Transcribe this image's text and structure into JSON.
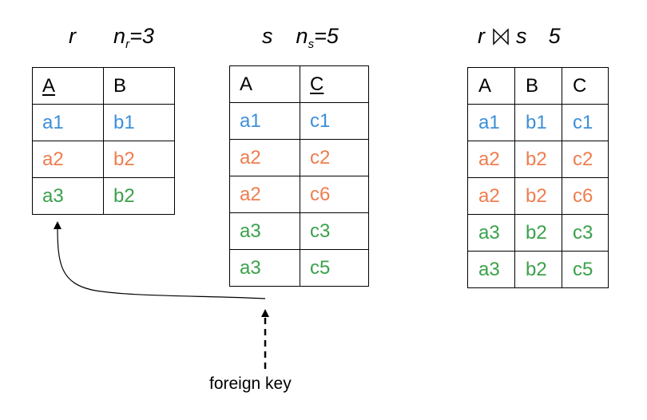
{
  "relation_r": {
    "name": "r",
    "count_label": "n",
    "count_sub": "r",
    "count_value": "=3",
    "columns": [
      {
        "label": "A",
        "key": true
      },
      {
        "label": "B",
        "key": false
      }
    ],
    "rows": [
      {
        "cells": [
          "a1",
          "b1"
        ],
        "color": "blue"
      },
      {
        "cells": [
          "a2",
          "b2"
        ],
        "color": "orange"
      },
      {
        "cells": [
          "a3",
          "b2"
        ],
        "color": "green"
      }
    ]
  },
  "relation_s": {
    "name": "s",
    "count_label": "n",
    "count_sub": "s",
    "count_value": "=5",
    "columns": [
      {
        "label": "A",
        "key": false
      },
      {
        "label": "C",
        "key": true
      }
    ],
    "rows": [
      {
        "cells": [
          "a1",
          "c1"
        ],
        "color": "blue"
      },
      {
        "cells": [
          "a2",
          "c2"
        ],
        "color": "orange"
      },
      {
        "cells": [
          "a2",
          "c6"
        ],
        "color": "orange"
      },
      {
        "cells": [
          "a3",
          "c3"
        ],
        "color": "green"
      },
      {
        "cells": [
          "a3",
          "c5"
        ],
        "color": "green"
      }
    ]
  },
  "join_result": {
    "left": "r",
    "right": "s",
    "count": "5",
    "columns": [
      {
        "label": "A",
        "key": false
      },
      {
        "label": "B",
        "key": false
      },
      {
        "label": "C",
        "key": false
      }
    ],
    "rows": [
      {
        "cells": [
          "a1",
          "b1",
          "c1"
        ],
        "color": "blue"
      },
      {
        "cells": [
          "a2",
          "b2",
          "c2"
        ],
        "color": "orange"
      },
      {
        "cells": [
          "a2",
          "b2",
          "c6"
        ],
        "color": "orange"
      },
      {
        "cells": [
          "a3",
          "b2",
          "c3"
        ],
        "color": "green"
      },
      {
        "cells": [
          "a3",
          "b2",
          "c5"
        ],
        "color": "green"
      }
    ]
  },
  "foreign_key_label": "foreign key",
  "colors": {
    "blue": "#3d8fd9",
    "orange": "#ee7d4f",
    "green": "#3aa14a"
  }
}
